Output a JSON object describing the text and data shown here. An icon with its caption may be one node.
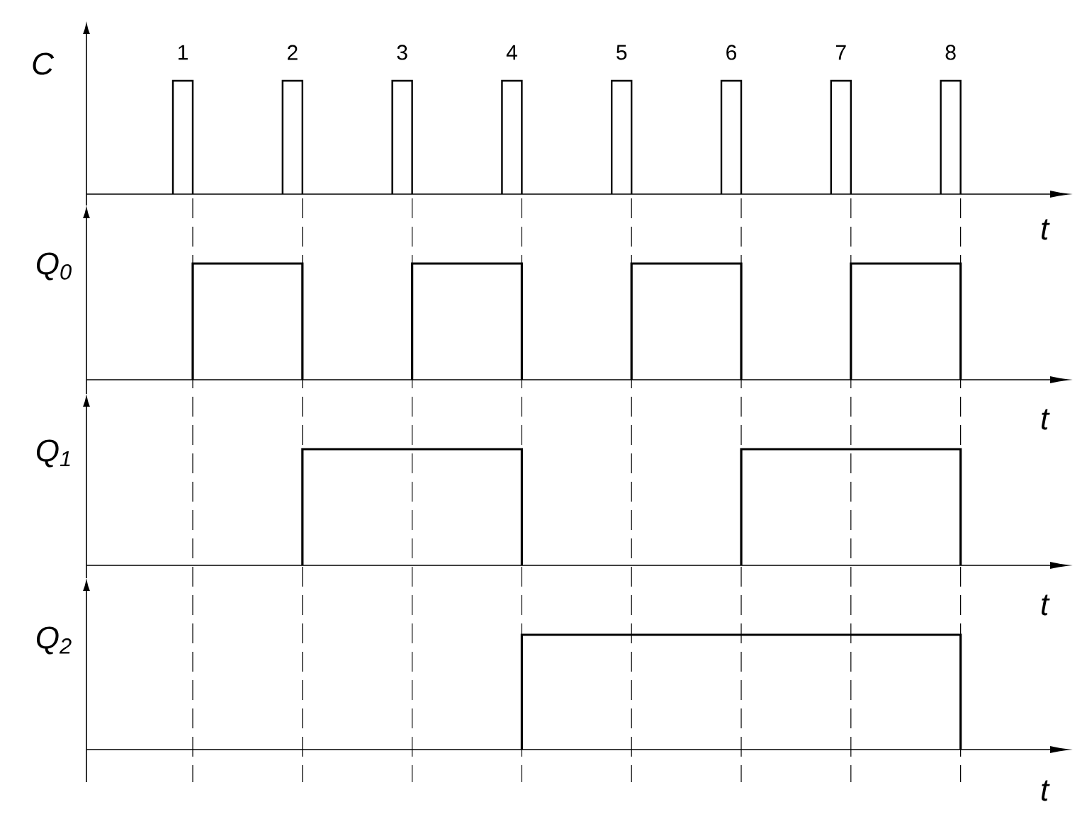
{
  "diagram": {
    "labels": [
      "C",
      "1",
      "2",
      "3",
      "4",
      "5",
      "6",
      "7",
      "8",
      "t",
      "Q$_{0}$",
      "t",
      "Q$_{1}$",
      "t",
      "Q$_{2}$",
      "t"
    ]
  }
}
